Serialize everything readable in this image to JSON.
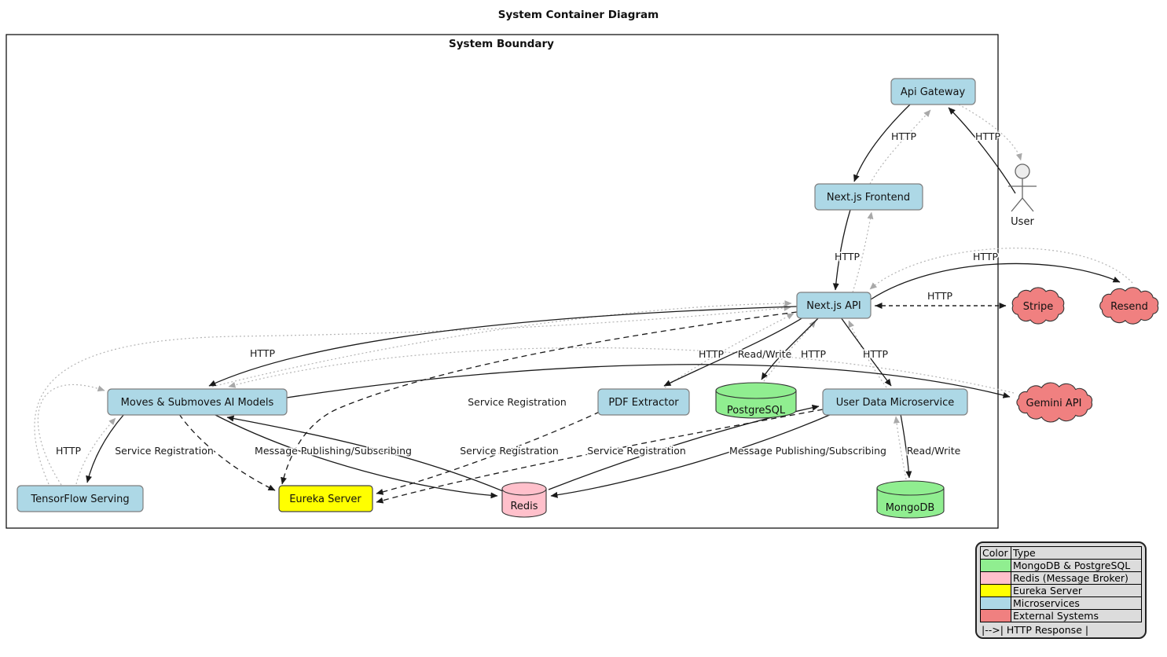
{
  "title": "System Container Diagram",
  "system_boundary": {
    "label": "System Boundary"
  },
  "actor": {
    "label": "User"
  },
  "nodes": {
    "api_gateway": {
      "label": "Api Gateway"
    },
    "nextjs_frontend": {
      "label": "Next.js Frontend"
    },
    "nextjs_api": {
      "label": "Next.js API"
    },
    "moves_ai_models": {
      "label": "Moves & Submoves AI Models"
    },
    "pdf_extractor": {
      "label": "PDF Extractor"
    },
    "user_data_microservice": {
      "label": "User Data Microservice"
    },
    "tensorflow_serving": {
      "label": "TensorFlow Serving"
    },
    "eureka_server": {
      "label": "Eureka Server"
    },
    "postgresql": {
      "label": "PostgreSQL"
    },
    "redis": {
      "label": "Redis"
    },
    "mongodb": {
      "label": "MongoDB"
    },
    "stripe": {
      "label": "Stripe"
    },
    "resend": {
      "label": "Resend"
    },
    "gemini_api": {
      "label": "Gemini API"
    }
  },
  "colors": {
    "microservice": "#ADD8E6",
    "database": "#90EE90",
    "message_broker": "#FFC0CB",
    "service_registry": "#FFFF00",
    "external_system": "#F08080",
    "solid_edge": "#1a1a1a",
    "response_edge": "#b5b5b5"
  },
  "edge_labels": {
    "user_to_gateway": "HTTP",
    "gateway_to_frontend": "HTTP",
    "frontend_to_api": "HTTP",
    "api_to_resend": "HTTP",
    "api_to_stripe": "HTTP",
    "api_to_moves": "HTTP",
    "api_to_pdf": "HTTP",
    "api_to_postgresql": "Read/Write",
    "api_to_userdata": "HTTP",
    "moves_to_gemini": "HTTP",
    "api_to_eureka": "Service Registration",
    "moves_to_tensorflow": "HTTP",
    "moves_to_eureka": "Service Registration",
    "moves_redis": "Message Publishing/Subscribing",
    "pdf_to_eureka": "Service Registration",
    "userdata_to_eureka": "Service Registration",
    "userdata_redis": "Message Publishing/Subscribing",
    "userdata_to_mongodb": "Read/Write"
  },
  "legend": {
    "header": {
      "color_col": "Color",
      "type_col": "Type"
    },
    "rows": [
      {
        "color": "#90EE90",
        "label": "MongoDB & PostgreSQL"
      },
      {
        "color": "#FFC0CB",
        "label": "Redis (Message Broker)"
      },
      {
        "color": "#FFFF00",
        "label": "Eureka Server"
      },
      {
        "color": "#ADD8E6",
        "label": "Microservices"
      },
      {
        "color": "#F08080",
        "label": "External Systems"
      }
    ],
    "footer": "|-->| HTTP Response |"
  }
}
